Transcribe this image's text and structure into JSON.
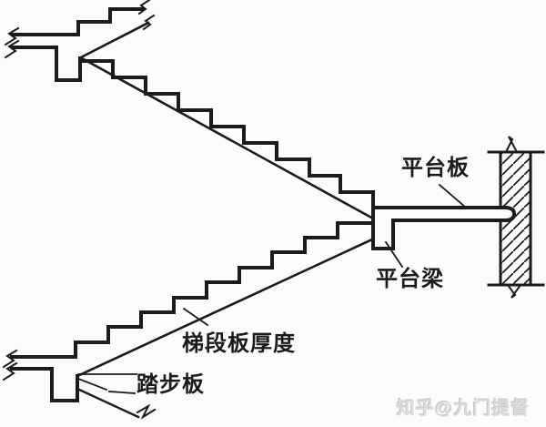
{
  "diagram": {
    "type": "stair-structural-section",
    "colors": {
      "line": "#1b1b1b",
      "background": "#fcfcfc",
      "watermark": "#dcdcdc"
    },
    "labels": {
      "platform_slab": "平台板",
      "platform_beam": "平台梁",
      "flight_slab_thickness": "梯段板厚度",
      "tread_slab": "踏步板"
    },
    "watermark": "知乎@九门提督"
  }
}
